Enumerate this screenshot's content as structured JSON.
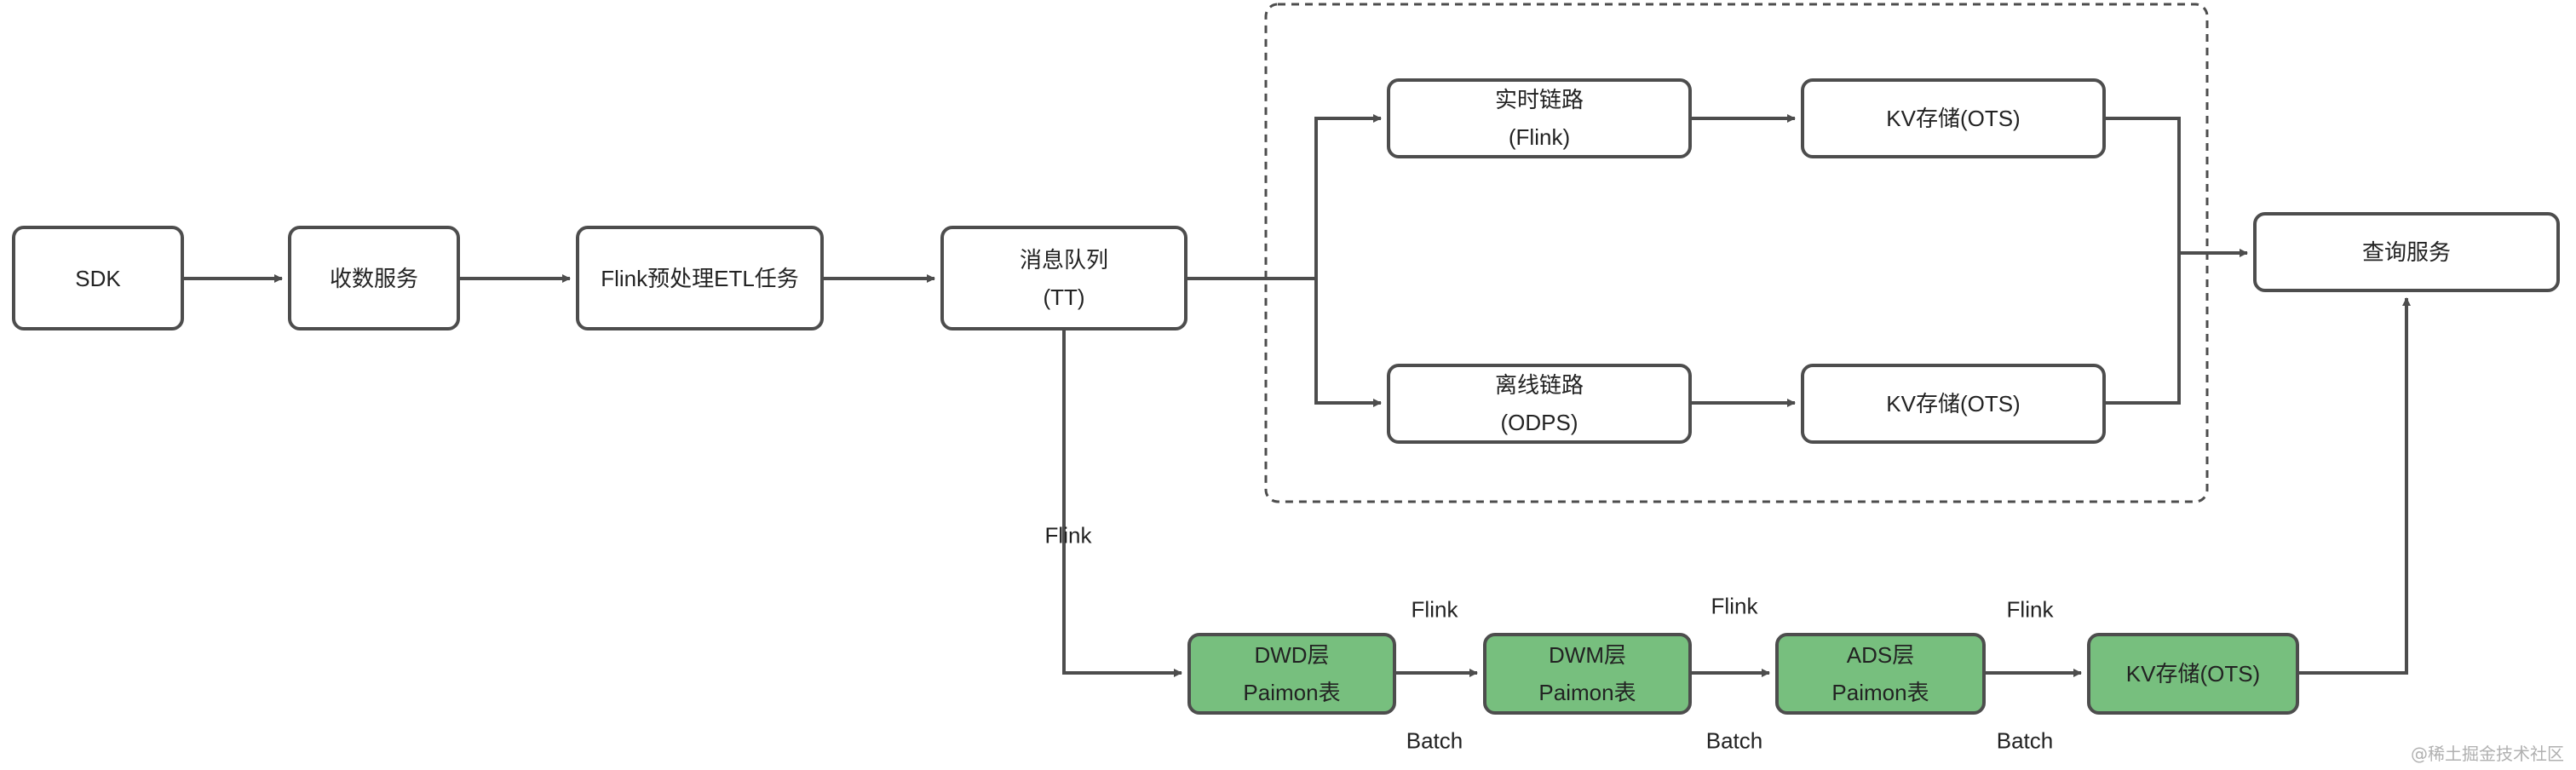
{
  "nodes": {
    "sdk": {
      "lines": [
        "SDK"
      ]
    },
    "collect": {
      "lines": [
        "收数服务"
      ]
    },
    "etl": {
      "lines": [
        "Flink预处理ETL任务"
      ]
    },
    "mq": {
      "lines": [
        "消息队列",
        "(TT)"
      ]
    },
    "realtime": {
      "lines": [
        "实时链路",
        "(Flink)"
      ]
    },
    "kv_rt": {
      "lines": [
        "KV存储(OTS)"
      ]
    },
    "offline": {
      "lines": [
        "离线链路",
        "(ODPS)"
      ]
    },
    "kv_off": {
      "lines": [
        "KV存储(OTS)"
      ]
    },
    "query": {
      "lines": [
        "查询服务"
      ]
    },
    "dwd": {
      "lines": [
        "DWD层",
        "Paimon表"
      ]
    },
    "dwm": {
      "lines": [
        "DWM层",
        "Paimon表"
      ]
    },
    "ads": {
      "lines": [
        "ADS层",
        "Paimon表"
      ]
    },
    "kv_paimon": {
      "lines": [
        "KV存储(OTS)"
      ]
    }
  },
  "edge_labels": {
    "mq_flink": "Flink",
    "dwd_flink": "Flink",
    "dwd_batch": "Batch",
    "dwm_flink": "Flink",
    "dwm_batch": "Batch",
    "ads_flink": "Flink",
    "ads_batch": "Batch"
  },
  "watermark": "@稀土掘金技术社区",
  "colors": {
    "stroke": "#4d4d4d",
    "green_fill": "#77bf7e",
    "text": "#222222"
  }
}
